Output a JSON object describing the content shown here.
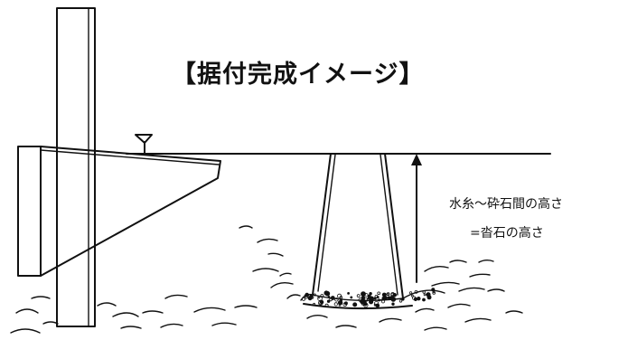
{
  "title": "【据付完成イメージ】",
  "annotation": {
    "line1": "水糸～砕石間の高さ",
    "line2": "=沓石の高さ"
  },
  "colors": {
    "ink": "#111111",
    "background": "#ffffff"
  }
}
